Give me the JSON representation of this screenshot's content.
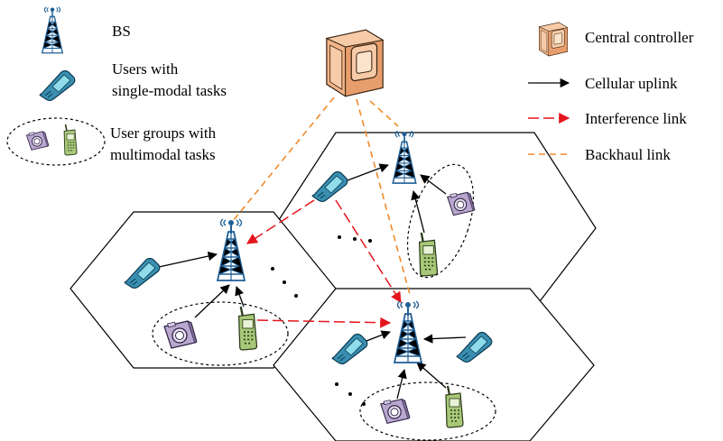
{
  "legend": {
    "bs": "BS",
    "single_modal_line1": "Users with",
    "single_modal_line2": "single-modal tasks",
    "multimodal_line1": "User groups with",
    "multimodal_line2": "multimodal tasks",
    "central_controller": "Central controller",
    "cellular_uplink": "Cellular uplink",
    "interference_link": "Interference link",
    "backhaul_link": "Backhaul link"
  },
  "icons": {
    "base_station": "cell-tower-icon",
    "phone": "mobile-phone-icon",
    "camera": "camera-icon",
    "walkie_talkie": "handheld-radio-icon",
    "controller": "central-controller-icon"
  },
  "colors": {
    "uplink": "#000000",
    "interference": "#e3141b",
    "backhaul": "#f08a2c",
    "phone_body": "#3a8fb0",
    "phone_screen": "#8fdcea",
    "radio_body": "#a8c878",
    "camera_body": "#b9a7cf",
    "controller_body": "#f2b588",
    "tower": "#1f5f96"
  }
}
